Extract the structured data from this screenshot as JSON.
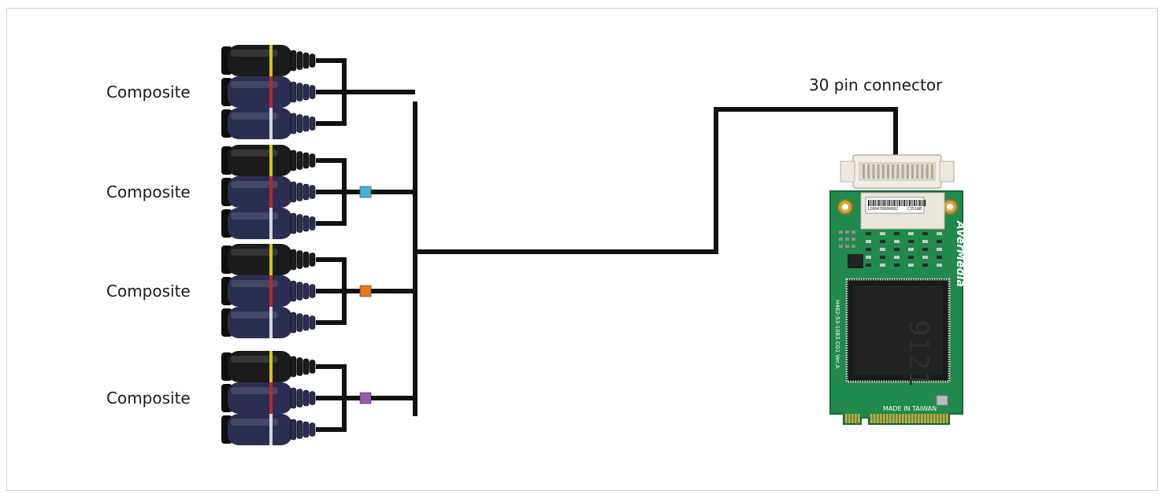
{
  "groups": [
    {
      "label": "Composite",
      "marker_color": ""
    },
    {
      "label": "Composite",
      "marker_color": "#3fb6e0"
    },
    {
      "label": "Composite",
      "marker_color": "#e8791a"
    },
    {
      "label": "Composite",
      "marker_color": "#9b59b6"
    }
  ],
  "connector_label": "30 pin connector",
  "board": {
    "brand": "AVerMedia",
    "barcode_text": "1200478000082",
    "barcode_code": "C351AB",
    "chip_text": "9121",
    "side_text": "H462-53-1083 CG1 Ver.A",
    "origin_text": "MADE IN TAIWAN"
  },
  "colors": {
    "cable": "#111111",
    "plug_black": "#1b1b1b",
    "plug_navy": "#2a2f52",
    "ring_yellow": "#d9c21a",
    "ring_red": "#c0242b",
    "ring_white": "#d8d8d8",
    "pcb_green": "#1f8a4c",
    "gold": "#d4a437"
  }
}
